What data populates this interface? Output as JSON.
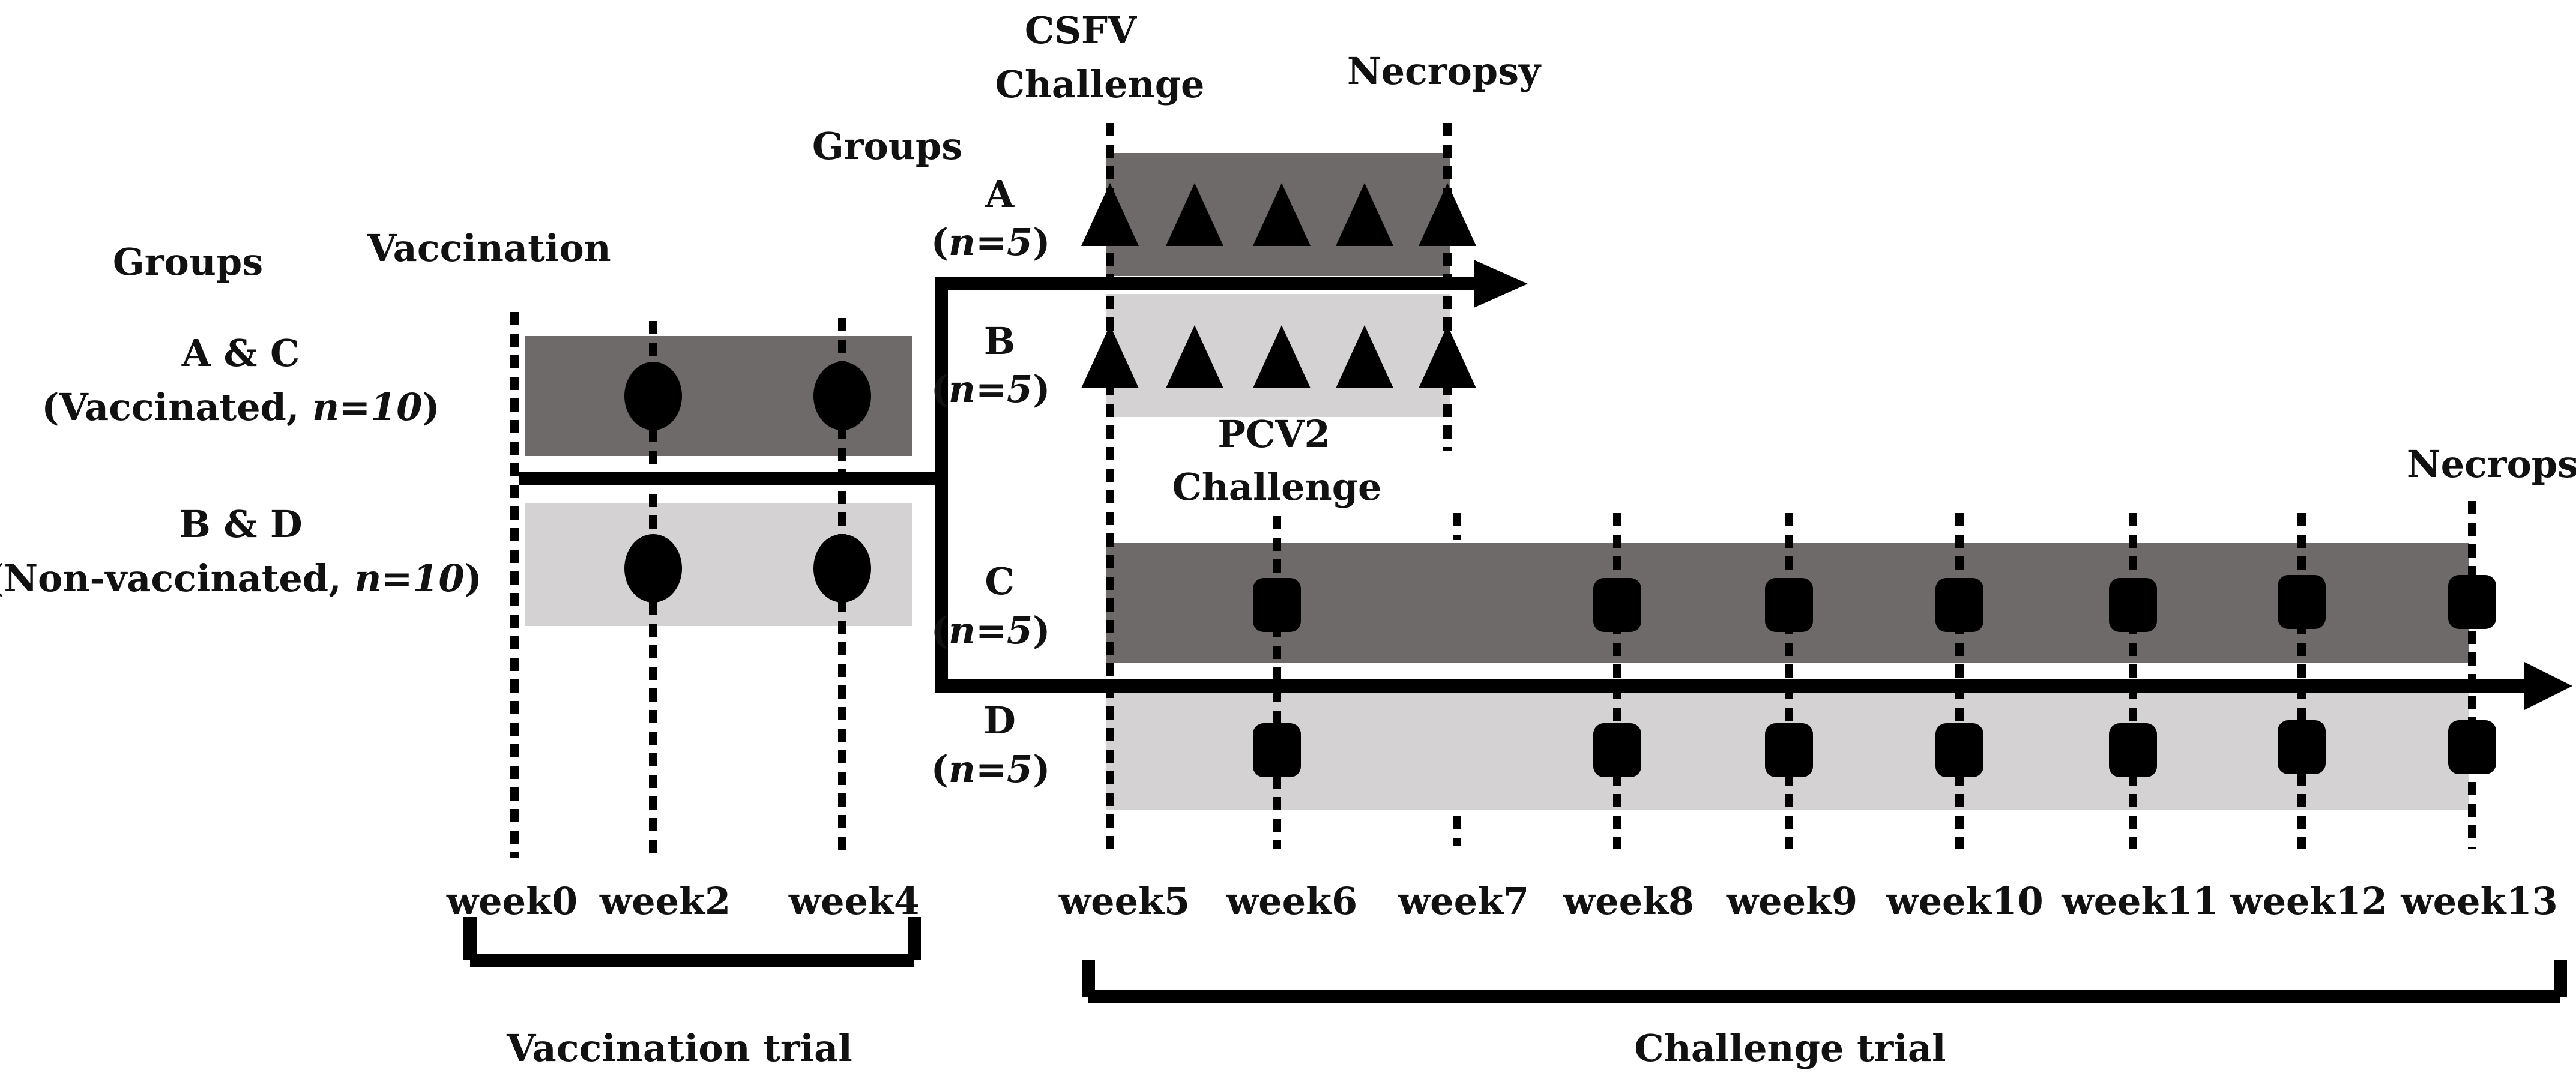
{
  "vaccination_phase": {
    "groups_header": "Groups",
    "vaccination_header": "Vaccination",
    "group_ac": {
      "name": "A & C",
      "open": "(Vaccinated, ",
      "n": "n=10",
      "close": ")"
    },
    "group_bd": {
      "name": "B & D",
      "open": "(Non-vaccinated, ",
      "n": "n=10",
      "close": ")"
    }
  },
  "challenge_phase": {
    "groups_header": "Groups",
    "csfv_label_line1": "CSFV",
    "csfv_label_line2": "Challenge",
    "necropsy_label_a": "Necropsy",
    "pcv2_label_line1": "PCV2",
    "pcv2_label_line2": "Challenge",
    "necropsy_label_c": "Necropsy",
    "groups": [
      {
        "name": "A",
        "n_open": "(",
        "n": "n=5",
        "n_close": ")"
      },
      {
        "name": "B",
        "n_open": "(",
        "n": "n=5",
        "n_close": ")"
      },
      {
        "name": "C",
        "n_open": "(",
        "n": "n=5",
        "n_close": ")"
      },
      {
        "name": "D",
        "n_open": "(",
        "n": "n=5",
        "n_close": ")"
      }
    ]
  },
  "weeks": [
    "week0",
    "week2",
    "week4",
    "week5",
    "week6",
    "week7",
    "week8",
    "week9",
    "week10",
    "week11",
    "week12",
    "week13"
  ],
  "trials": {
    "vaccination": "Vaccination trial",
    "challenge": "Challenge trial"
  },
  "markers": {
    "vaccination_dose": "circle",
    "csfv_sampling": "triangle",
    "pcv2_sampling": "rounded-square"
  },
  "colors": {
    "vaccinated_band": "#6e6a6a",
    "nonvaccinated_band": "#d4d2d3",
    "marker": "#000000"
  }
}
